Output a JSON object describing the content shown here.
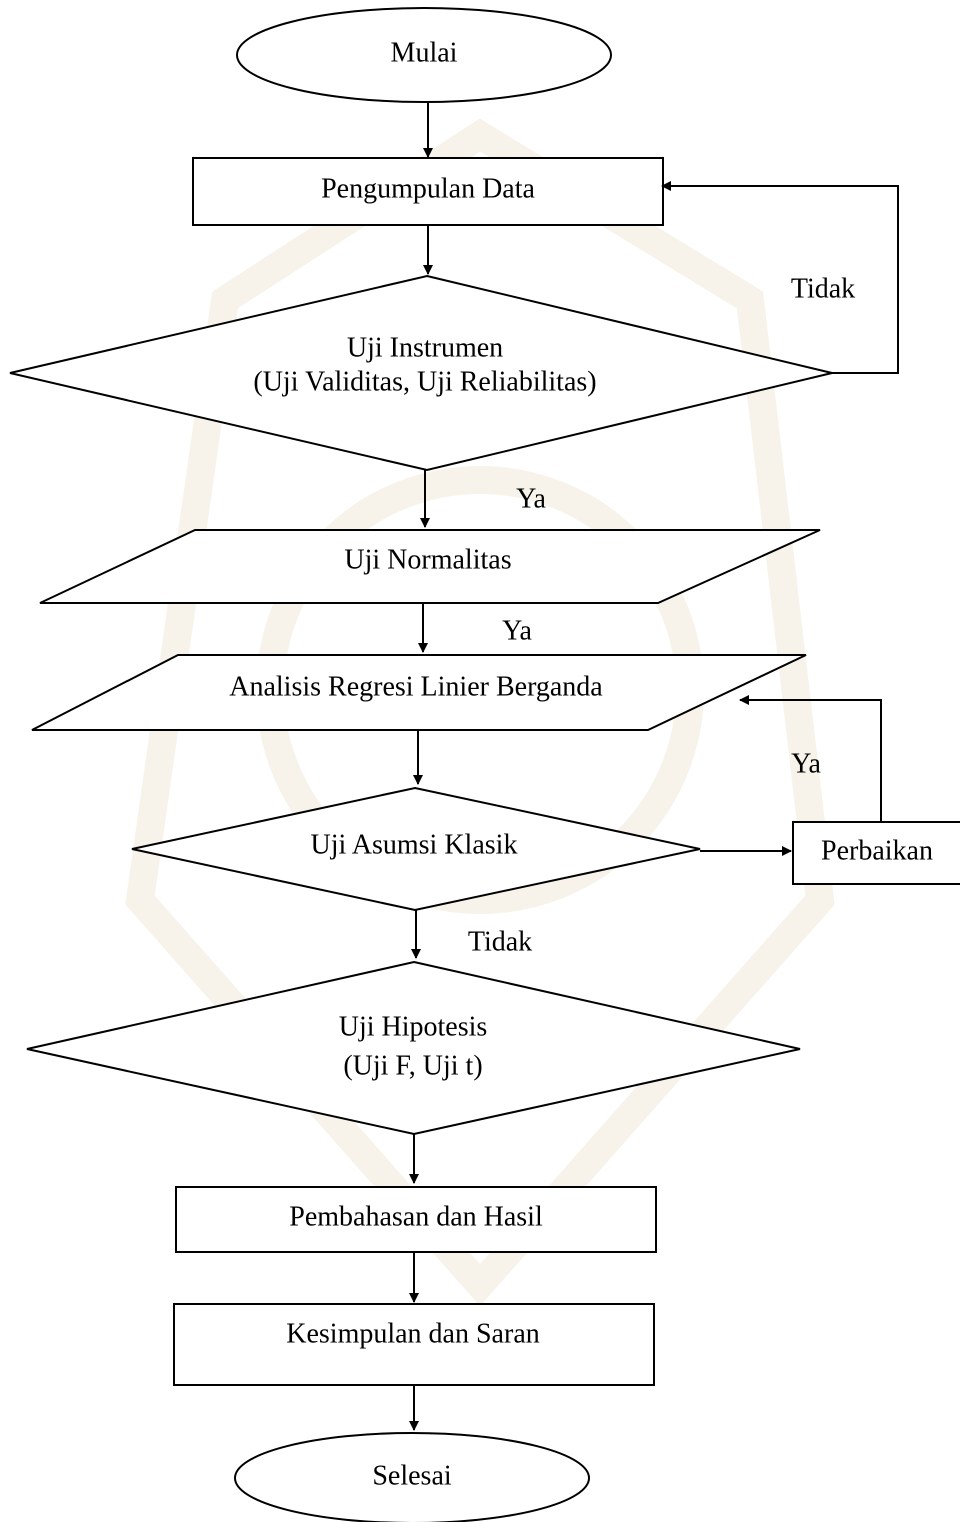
{
  "nodes": {
    "start": "Mulai",
    "data_collection": "Pengumpulan Data",
    "instrument_test_title": "Uji Instrumen",
    "instrument_test_detail": "(Uji Validitas, Uji Reliabilitas)",
    "normality_test": "Uji Normalitas",
    "regression_analysis": "Analisis Regresi Linier Berganda",
    "classic_assumption_test": "Uji Asumsi Klasik",
    "improvement": "Perbaikan",
    "hypothesis_test_title": "Uji Hipotesis",
    "hypothesis_test_detail": "(Uji F, Uji t)",
    "discussion_results": "Pembahasan dan Hasil",
    "conclusion_suggestion": "Kesimpulan dan Saran",
    "end": "Selesai"
  },
  "edge_labels": {
    "instrument_no": "Tidak",
    "instrument_yes": "Ya",
    "normality_yes": "Ya",
    "improvement_yes": "Ya",
    "assumption_no": "Tidak"
  }
}
